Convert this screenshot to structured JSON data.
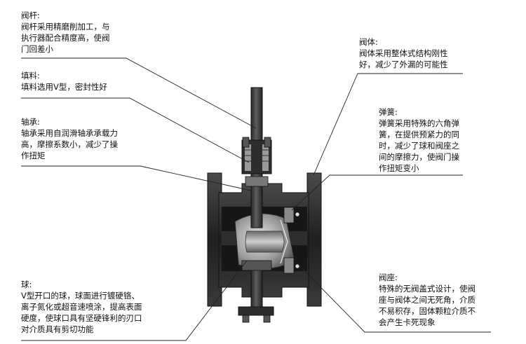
{
  "colors": {
    "body_dark": "#2b2b2b",
    "body_mid": "#5a5a5a",
    "metal_light": "#bdbdbd",
    "line": "#222222",
    "text": "#111111"
  },
  "labels": {
    "stem": {
      "title": "阀杆:",
      "lines": [
        "阀杆采用精磨削加工，与",
        "执行器配合精度高，使阀",
        "门回差小"
      ]
    },
    "packing": {
      "title": "填料:",
      "lines": [
        "填料选用V型，密封性好"
      ]
    },
    "bearing": {
      "title": "轴承:",
      "lines": [
        "轴承采用自润滑轴承承载力",
        "高，摩擦系数小，减少了操",
        "作扭矩"
      ]
    },
    "ball": {
      "title": "球:",
      "lines": [
        "V型开口的球，球面进行镀硬铬、",
        "离子氮化或超音速喷涂，提高表面",
        "硬度，使球口具有坚硬锋利的刃口",
        "对介质具有剪切功能"
      ]
    },
    "body": {
      "title": "阀体:",
      "lines": [
        "阀体采用整体式结构刚性",
        "好，减少了外漏的可能性"
      ]
    },
    "spring": {
      "title": "弹簧:",
      "lines": [
        "弹簧采用特殊的六角弹",
        "簧，在提供预紧力的同",
        "时，减少了球和阀座之",
        "间的摩擦力，使阀门操",
        "作扭矩变小"
      ]
    },
    "seat": {
      "title": "阀座:",
      "lines": [
        "特殊的无阀盖式设计，使阀",
        "座与阀体之间无死角，介质",
        "不易积存，固体颗粒介质不",
        "会产生卡死现象"
      ]
    }
  }
}
